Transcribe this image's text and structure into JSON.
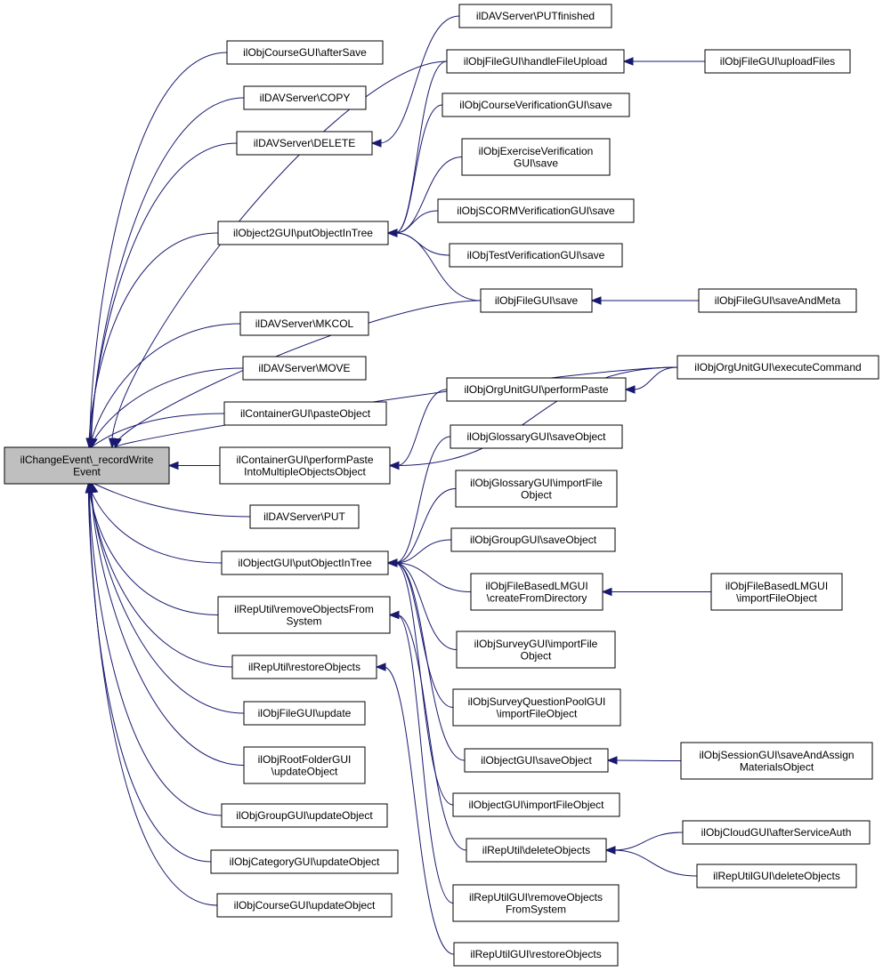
{
  "colors": {
    "edge": "#191970",
    "root_fill": "#bfbfbf",
    "node_fill": "#ffffff",
    "border": "#000000"
  },
  "nodes": {
    "root": [
      "ilChangeEvent\\_recordWrite",
      "Event"
    ],
    "n_courseAfterSave": [
      "ilObjCourseGUI\\afterSave"
    ],
    "n_davCopy": [
      "ilDAVServer\\COPY"
    ],
    "n_davDelete": [
      "ilDAVServer\\DELETE"
    ],
    "n_obj2PutInTree": [
      "ilObject2GUI\\putObjectInTree"
    ],
    "n_davMkcol": [
      "ilDAVServer\\MKCOL"
    ],
    "n_davMove": [
      "ilDAVServer\\MOVE"
    ],
    "n_contPaste": [
      "ilContainerGUI\\pasteObject"
    ],
    "n_contPerformPaste": [
      "ilContainerGUI\\performPaste",
      "IntoMultipleObjectsObject"
    ],
    "n_davPut": [
      "ilDAVServer\\PUT"
    ],
    "n_objPutInTree": [
      "ilObjectGUI\\putObjectInTree"
    ],
    "n_repRemove": [
      "ilRepUtil\\removeObjectsFrom",
      "System"
    ],
    "n_repRestore": [
      "ilRepUtil\\restoreObjects"
    ],
    "n_fileUpdate": [
      "ilObjFileGUI\\update"
    ],
    "n_rootFolderUpdate": [
      "ilObjRootFolderGUI",
      "\\updateObject"
    ],
    "n_groupUpdate": [
      "ilObjGroupGUI\\updateObject"
    ],
    "n_categoryUpdate": [
      "ilObjCategoryGUI\\updateObject"
    ],
    "n_courseUpdate": [
      "ilObjCourseGUI\\updateObject"
    ],
    "n_davPutFinished": [
      "ilDAVServer\\PUTfinished"
    ],
    "n_fileHandleUpload": [
      "ilObjFileGUI\\handleFileUpload"
    ],
    "n_courseVerifSave": [
      "ilObjCourseVerificationGUI\\save"
    ],
    "n_exerciseVerifSave": [
      "ilObjExerciseVerification",
      "GUI\\save"
    ],
    "n_scormVerifSave": [
      "ilObjSCORMVerificationGUI\\save"
    ],
    "n_testVerifSave": [
      "ilObjTestVerificationGUI\\save"
    ],
    "n_fileSave": [
      "ilObjFileGUI\\save"
    ],
    "n_orgPerformPaste": [
      "ilObjOrgUnitGUI\\performPaste"
    ],
    "n_glossarySave": [
      "ilObjGlossaryGUI\\saveObject"
    ],
    "n_glossaryImport": [
      "ilObjGlossaryGUI\\importFile",
      "Object"
    ],
    "n_groupSave": [
      "ilObjGroupGUI\\saveObject"
    ],
    "n_fileBasedCreate": [
      "ilObjFileBasedLMGUI",
      "\\createFromDirectory"
    ],
    "n_surveyImport": [
      "ilObjSurveyGUI\\importFile",
      "Object"
    ],
    "n_surveyQPImport": [
      "ilObjSurveyQuestionPoolGUI",
      "\\importFileObject"
    ],
    "n_objSave": [
      "ilObjectGUI\\saveObject"
    ],
    "n_objImport": [
      "ilObjectGUI\\importFileObject"
    ],
    "n_repDelete": [
      "ilRepUtil\\deleteObjects"
    ],
    "n_repGuiRemove": [
      "ilRepUtilGUI\\removeObjects",
      "FromSystem"
    ],
    "n_repGuiRestore": [
      "ilRepUtilGUI\\restoreObjects"
    ],
    "n_fileUploadFiles": [
      "ilObjFileGUI\\uploadFiles"
    ],
    "n_fileSaveAndMeta": [
      "ilObjFileGUI\\saveAndMeta"
    ],
    "n_orgExecute": [
      "ilObjOrgUnitGUI\\executeCommand"
    ],
    "n_fileBasedImport": [
      "ilObjFileBasedLMGUI",
      "\\importFileObject"
    ],
    "n_sessionSaveAssign": [
      "ilObjSessionGUI\\saveAndAssign",
      "MaterialsObject"
    ],
    "n_cloudAfterAuth": [
      "ilObjCloudGUI\\afterServiceAuth"
    ],
    "n_repGuiDelete": [
      "ilRepUtilGUI\\deleteObjects"
    ]
  }
}
